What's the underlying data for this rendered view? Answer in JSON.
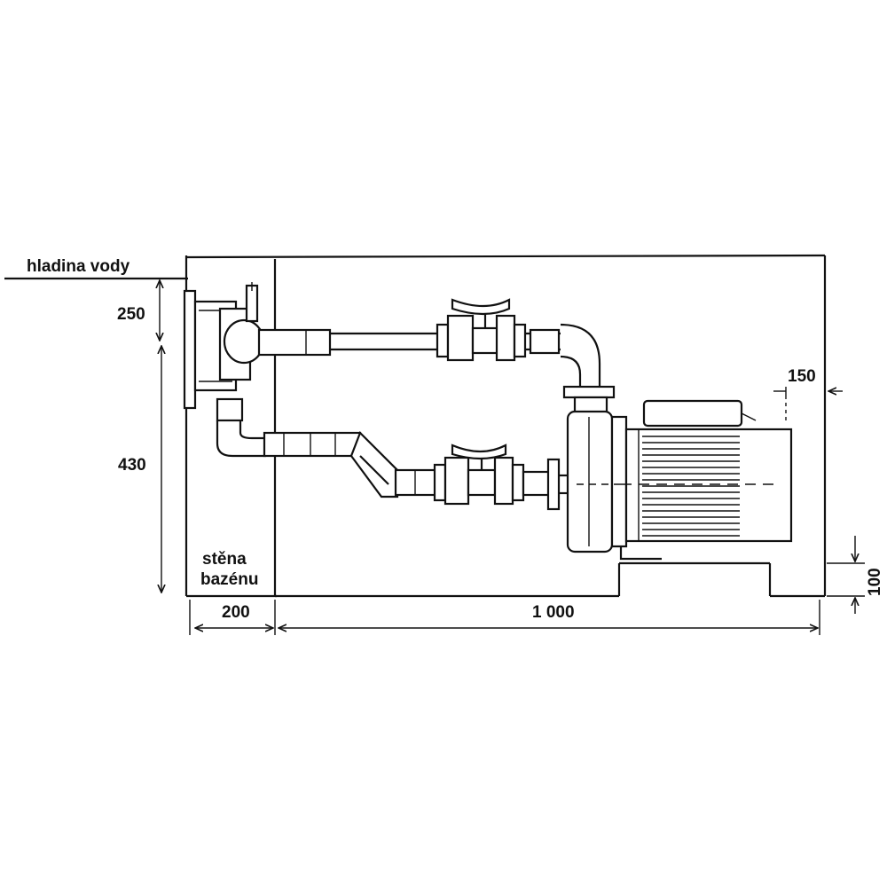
{
  "labels": {
    "water_level": "hladina vody",
    "pool_wall_line1": "stěna",
    "pool_wall_line2": "bazénu"
  },
  "dimensions": {
    "d250": "250",
    "d430": "430",
    "d200": "200",
    "d1000": "1 000",
    "d150": "150",
    "d100": "100"
  },
  "colors": {
    "ink": "#111111",
    "paper": "#ffffff"
  }
}
